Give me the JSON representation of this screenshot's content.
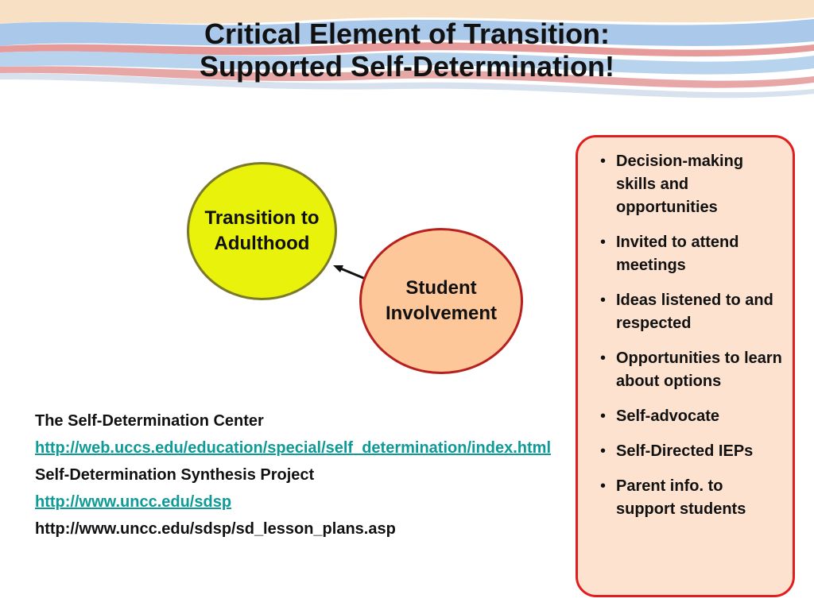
{
  "slide": {
    "title_line1": "Critical Element of Transition:",
    "title_line2": "Supported Self-Determination!"
  },
  "diagram": {
    "transition": {
      "line1": "Transition to",
      "line2": "Adulthood"
    },
    "student": {
      "line1": "Student",
      "line2": "Involvement"
    }
  },
  "bullets": [
    "Decision-making skills and opportunities",
    "Invited to attend meetings",
    "Ideas listened to and respected",
    "Opportunities to learn about options",
    "Self-advocate",
    "Self-Directed IEPs",
    "Parent info. to support students"
  ],
  "references": {
    "center_name": "The Self-Determination Center",
    "center_link": "http://web.uccs.edu/education/special/self_determination/index.html",
    "project_name": "Self-Determination Synthesis Project",
    "project_link": "http://www.uncc.edu/sdsp",
    "lesson_plans_url": "http://www.uncc.edu/sdsp/sd_lesson_plans.asp"
  },
  "colors": {
    "transition_fill": "#e8f20a",
    "student_fill": "#fdc79a",
    "student_border": "#b81f1f",
    "box_fill": "#fde3cf",
    "box_border": "#e11d1d",
    "link": "#0e9a96"
  }
}
